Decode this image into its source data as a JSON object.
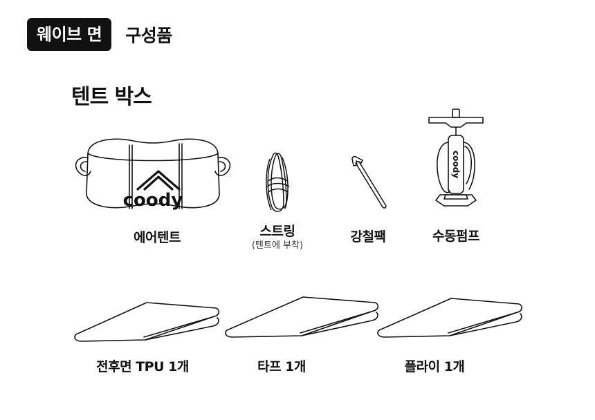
{
  "header": {
    "badge": "웨이브 면",
    "title": "구성품"
  },
  "section": {
    "title": "텐트 박스"
  },
  "items": [
    {
      "label": "에어텐트",
      "icon": "tent-bag-icon",
      "brand": "coody"
    },
    {
      "label": "스트링",
      "sublabel": "(텐트에 부착)",
      "icon": "rope-coil-icon"
    },
    {
      "label": "강철팩",
      "icon": "steel-peg-icon"
    },
    {
      "label": "수동펌프",
      "icon": "hand-pump-icon",
      "brand": "coody"
    }
  ],
  "sheets": [
    {
      "label": "전후면 TPU 1개",
      "icon": "folded-sheet-icon"
    },
    {
      "label": "타프 1개",
      "icon": "folded-sheet-icon"
    },
    {
      "label": "플라이 1개",
      "icon": "folded-sheet-icon"
    }
  ]
}
